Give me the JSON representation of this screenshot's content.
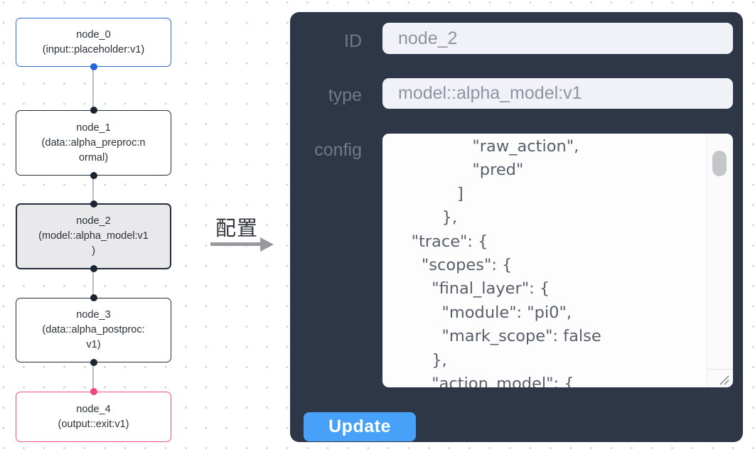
{
  "flow": {
    "arrow_label": "配置",
    "nodes": [
      {
        "id": "node_0",
        "lines": [
          "node_0",
          "(input::placeholder:v1)"
        ]
      },
      {
        "id": "node_1",
        "lines": [
          "node_1",
          "(data::alpha_preproc:n",
          "ormal)"
        ]
      },
      {
        "id": "node_2",
        "lines": [
          "node_2",
          "(model::alpha_model:v1",
          ")"
        ],
        "selected": true
      },
      {
        "id": "node_3",
        "lines": [
          "node_3",
          "(data::alpha_postproc:",
          "v1)"
        ]
      },
      {
        "id": "node_4",
        "lines": [
          "node_4",
          "(output::exit:v1)"
        ]
      }
    ]
  },
  "panel": {
    "id_label": "ID",
    "id_value": "node_2",
    "type_label": "type",
    "type_value": "model::alpha_model:v1",
    "config_label": "config",
    "config_lines": [
      "                \"raw_action\",",
      "                \"pred\"",
      "             ]",
      "          },",
      "    \"trace\": {",
      "      \"scopes\": {",
      "        \"final_layer\": {",
      "          \"module\": \"pi0\",",
      "          \"mark_scope\": false",
      "        },",
      "        \"action_model\": {"
    ],
    "update_label": "Update"
  },
  "colors": {
    "panel_bg": "#2d3748",
    "accent_button": "#47a1f8",
    "input_node_border": "#2e6bd8",
    "output_node_border": "#ee4d87",
    "default_node_border": "#252d3d",
    "selected_node_bg": "#e9e9eb"
  }
}
